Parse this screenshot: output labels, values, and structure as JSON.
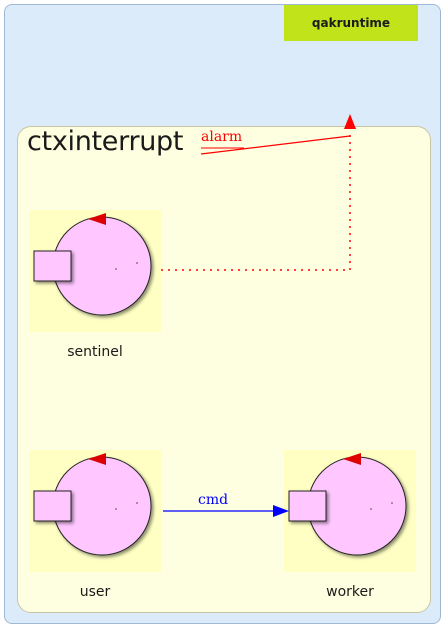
{
  "system": {
    "runtime_label": "qakruntime",
    "context_label": "ctxinterrupt"
  },
  "actors": [
    {
      "id": "sentinel",
      "label": "sentinel"
    },
    {
      "id": "user",
      "label": "user"
    },
    {
      "id": "worker",
      "label": "worker"
    }
  ],
  "edges": [
    {
      "from": "sentinel",
      "to": "qakruntime",
      "label": "alarm",
      "color": "#ff0000",
      "style": "dotted"
    },
    {
      "from": "user",
      "to": "worker",
      "label": "cmd",
      "color": "#0000ff",
      "style": "solid"
    }
  ],
  "colors": {
    "outer_fill": "#dcebfa",
    "runtime_fill": "#c0e31a",
    "context_fill": "#fefee0",
    "actor_fill": "#ffc6ff",
    "actor_bg": "#ffffc4",
    "marker": "#dd0000"
  }
}
